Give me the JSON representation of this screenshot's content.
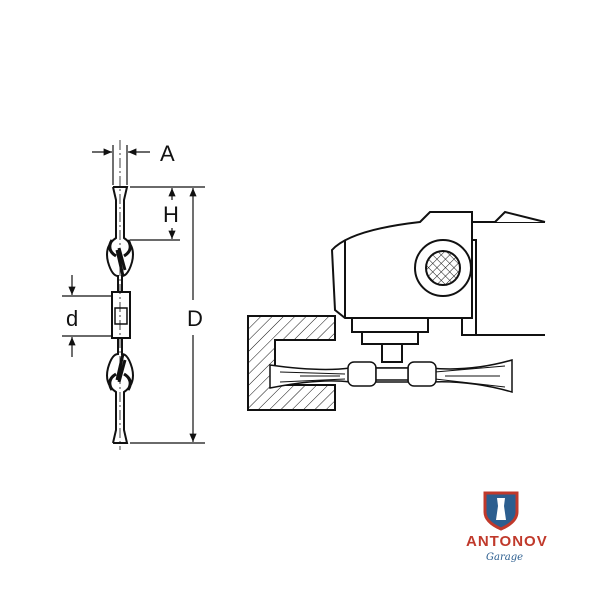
{
  "diagram": {
    "dimension_labels": {
      "A": "A",
      "H": "H",
      "d": "d",
      "D": "D"
    }
  },
  "logo": {
    "name": "ANTONOV",
    "tagline": "Garage",
    "colors": {
      "red": "#c0392b",
      "blue": "#2c5e8f"
    }
  }
}
